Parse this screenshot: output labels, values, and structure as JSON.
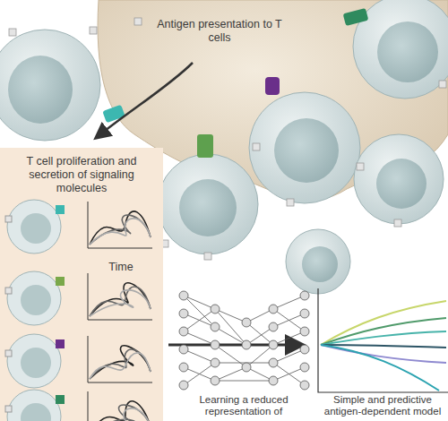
{
  "diagram": {
    "nodes": [
      {
        "text": [
          "T cell proliferation and secretion of signaling molecules"
        ]
      }
    ],
    "labels": [
      "Antigen presentation to T cells",
      "Time",
      "Learning a reduced representation of",
      "Simple and predictive antigen-dependent model"
    ]
  }
}
